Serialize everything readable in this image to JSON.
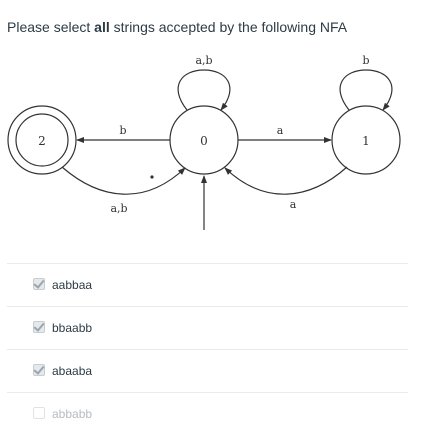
{
  "question": {
    "prefix": "Please select ",
    "emphasis": "all",
    "suffix": " strings accepted by the following NFA"
  },
  "nfa": {
    "states": {
      "s2": "2",
      "s0": "0",
      "s1": "1"
    },
    "labels": {
      "loop0": "a,b",
      "loop1": "b",
      "edge_0_to_2": "b",
      "edge_2_to_0": "a,b",
      "edge_0_to_1": "a",
      "edge_1_to_0": "a"
    }
  },
  "options": [
    {
      "label": "aabbaa",
      "checked": true,
      "disabled": false
    },
    {
      "label": "bbaabb",
      "checked": true,
      "disabled": false
    },
    {
      "label": "abaaba",
      "checked": true,
      "disabled": false
    },
    {
      "label": "abbabb",
      "checked": false,
      "disabled": true
    }
  ]
}
